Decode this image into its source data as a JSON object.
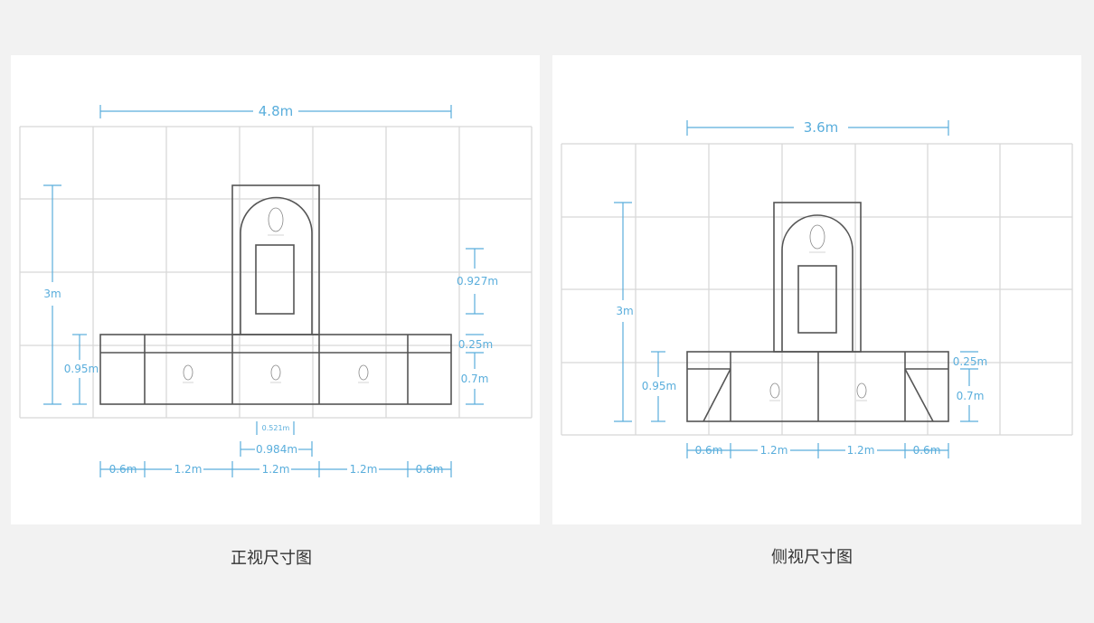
{
  "front_view": {
    "caption": "正视尺寸图",
    "total_width": "4.8m",
    "height": "3m",
    "base_height": "0.95m",
    "screen_height": "0.927m",
    "top_band": "0.25m",
    "cabinet_height": "0.7m",
    "screen_width": "0.521m",
    "arch_width": "0.984m",
    "segments": [
      "0.6m",
      "1.2m",
      "1.2m",
      "1.2m",
      "0.6m"
    ]
  },
  "side_view": {
    "caption": "侧视尺寸图",
    "total_width": "3.6m",
    "height": "3m",
    "base_height": "0.95m",
    "top_band": "0.25m",
    "cabinet_height": "0.7m",
    "segments": [
      "0.6m",
      "1.2m",
      "1.2m",
      "0.6m"
    ]
  },
  "logo_text": "原料"
}
